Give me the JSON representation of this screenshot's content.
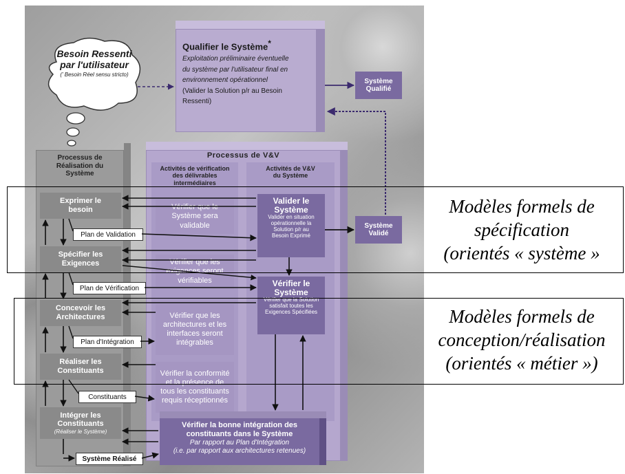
{
  "qualifier": {
    "title": "Qualifier le Système",
    "star": "*",
    "line1": "Exploitation préliminaire éventuelle",
    "line2": "du système par l'utilisateur final en",
    "line3": "environnement opérationnel",
    "line4": "(Valider la Solution p/r au Besoin",
    "line5": "Ressenti)"
  },
  "besoin": {
    "line1": "Besoin Ressenti",
    "line2": "par l'utilisateur",
    "line3": "(' Besoin Réel sensu stricto)"
  },
  "systeme_qualifie": {
    "line1": "Système",
    "line2": "Qualifié"
  },
  "systeme_valide": {
    "line1": "Système",
    "line2": "Validé"
  },
  "realisation_header": {
    "line1": "Processus de",
    "line2": "Réalisation du",
    "line3": "Système"
  },
  "vv_header": "Processus de V&V",
  "verif_header": {
    "line1": "Activités de vérification",
    "line2": "des délivrables",
    "line3": "intermédiaires"
  },
  "vvsys_header": {
    "line1": "Activités de V&V",
    "line2": "du Système"
  },
  "steps": [
    {
      "line1": "Exprimer le",
      "line2": "besoin"
    },
    {
      "line1": "Spécifier les",
      "line2": "Exigences"
    },
    {
      "line1": "Concevoir les",
      "line2": "Architectures"
    },
    {
      "line1": "Réaliser les",
      "line2": "Constituants"
    },
    {
      "line1": "Intégrer les",
      "line2": "Constituants",
      "line3": "(Réaliser le Système)"
    }
  ],
  "plans": {
    "validation": "Plan de Validation",
    "verification": "Plan de Vérification",
    "integration": "Plan d'Intégration",
    "constituants": "Constituants",
    "systeme_realise": "Système Réalisé"
  },
  "verif_activities": [
    {
      "line1": "Vérifier que le",
      "line2": "Système sera",
      "line3": "validable"
    },
    {
      "line1": "Vérifier que les",
      "line2": "exigences seront",
      "line3": "vérifiables"
    },
    {
      "line1": "Vérifier que les",
      "line2": "architectures et les",
      "line3": "interfaces seront",
      "line4": "intégrables"
    },
    {
      "line1": "Vérifier la conformité",
      "line2": "et la présence de",
      "line3": "tous les constituants",
      "line4": "requis réceptionnés"
    }
  ],
  "valider": {
    "title1": "Valider le",
    "title2": "Système",
    "line1": "Valider en situation",
    "line2": "opérationnelle la",
    "line3": "Solution p/r au",
    "line4": "Besoin Exprimé"
  },
  "verifier": {
    "title1": "Vérifier le",
    "title2": "Système",
    "line1": "Vérifier que la Solution",
    "line2": "satisfait toutes les",
    "line3": "Exigences Spécifiées"
  },
  "integration_check": {
    "title1": "Vérifier la bonne intégration des",
    "title2": "constituants dans le Système",
    "line1": "Par rapport au Plan d'Intégration",
    "line2": "(i.e. par rapport aux architectures retenues)"
  },
  "annotations": {
    "spec": {
      "line1": "Modèles formels de",
      "line2": "spécification",
      "line3": "(orientés « système »"
    },
    "concep": {
      "line1": "Modèles formels de",
      "line2": "conception/réalisation",
      "line3": "(orientés « métier »)"
    }
  }
}
